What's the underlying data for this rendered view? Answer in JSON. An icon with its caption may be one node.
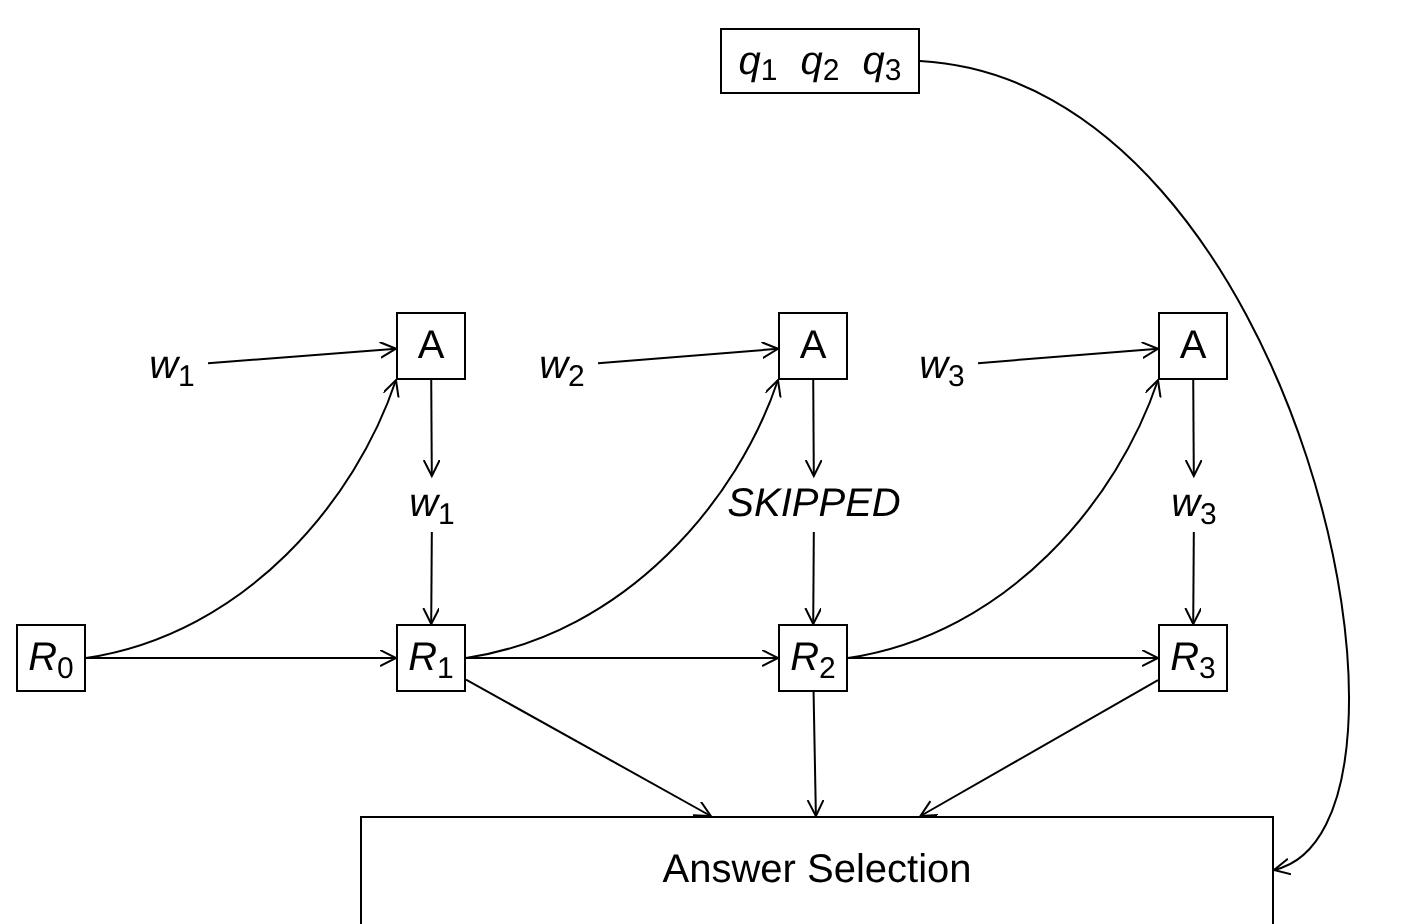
{
  "diagram": {
    "nodes": [
      {
        "text": [
          "*q*$_{1}$ *q*$_{2}$ *q*$_{3}$"
        ]
      },
      {
        "text": [
          "*w*$_{1}$"
        ]
      },
      {
        "text": [
          "A"
        ]
      },
      {
        "text": [
          "*w*$_{2}$"
        ]
      },
      {
        "text": [
          "A"
        ]
      },
      {
        "text": [
          "*w*$_{3}$"
        ]
      },
      {
        "text": [
          "A"
        ]
      },
      {
        "text": [
          "*w*$_{1}$"
        ]
      },
      {
        "text": [
          "SKIPPED"
        ]
      },
      {
        "text": [
          "*w*$_{3}$"
        ]
      },
      {
        "text": [
          "*R*$_{0}$"
        ]
      },
      {
        "text": [
          "*R*$_{1}$"
        ]
      },
      {
        "text": [
          "*R*$_{2}$"
        ]
      },
      {
        "text": [
          "*R*$_{3}$"
        ]
      },
      {
        "text": [
          "Answer Selection"
        ]
      }
    ],
    "edges": [
      {
        "from": 1,
        "to": 2,
        "arrow": "to"
      },
      {
        "from": 3,
        "to": 4,
        "arrow": "to"
      },
      {
        "from": 5,
        "to": 6,
        "arrow": "to"
      },
      {
        "from": 2,
        "to": 7,
        "arrow": "to"
      },
      {
        "from": 7,
        "to": 11,
        "arrow": "to"
      },
      {
        "from": 4,
        "to": 8,
        "arrow": "to"
      },
      {
        "from": 8,
        "to": 12,
        "arrow": "to"
      },
      {
        "from": 6,
        "to": 9,
        "arrow": "to"
      },
      {
        "from": 9,
        "to": 13,
        "arrow": "to"
      },
      {
        "from": 10,
        "to": 11,
        "arrow": "to"
      },
      {
        "from": 11,
        "to": 12,
        "arrow": "to"
      },
      {
        "from": 12,
        "to": 13,
        "arrow": "to"
      },
      {
        "from": 10,
        "to": 2,
        "arrow": "to"
      },
      {
        "from": 11,
        "to": 4,
        "arrow": "to"
      },
      {
        "from": 12,
        "to": 6,
        "arrow": "to"
      },
      {
        "from": 11,
        "to": 14,
        "arrow": "to"
      },
      {
        "from": 12,
        "to": 14,
        "arrow": "to"
      },
      {
        "from": 13,
        "to": 14,
        "arrow": "to"
      },
      {
        "from": 0,
        "to": 14,
        "arrow": "to"
      }
    ]
  }
}
